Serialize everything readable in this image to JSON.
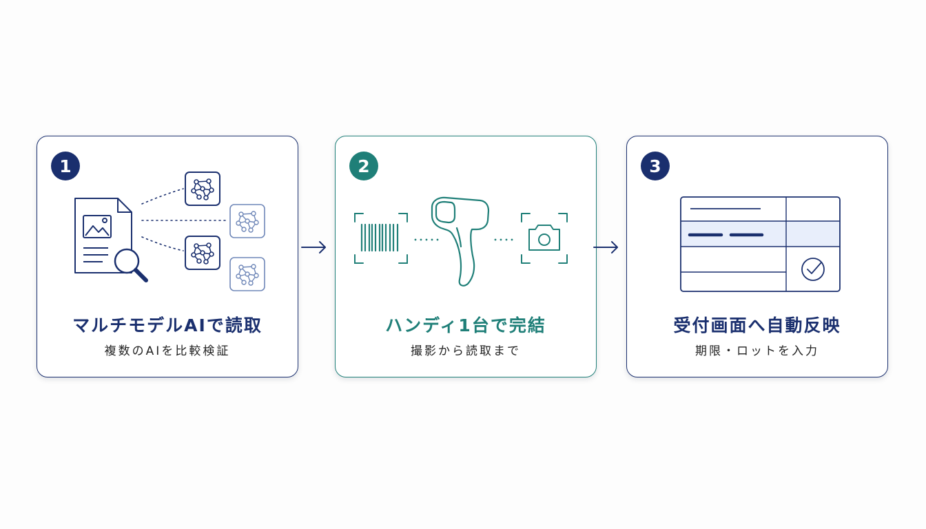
{
  "colors": {
    "navy": "#1a2f6e",
    "teal": "#1f7f78",
    "light_blue": "#6f87b8",
    "highlight": "#e8eefb"
  },
  "steps": [
    {
      "number": "1",
      "title": "マルチモデルAIで読取",
      "subtitle": "複数のAIを比較検証",
      "icons": [
        "document-image-icon",
        "magnifier-icon",
        "network-node-icon"
      ]
    },
    {
      "number": "2",
      "title": "ハンディ1台で完結",
      "subtitle": "撮影から読取まで",
      "icons": [
        "barcode-icon",
        "handheld-scanner-icon",
        "camera-icon"
      ]
    },
    {
      "number": "3",
      "title": "受付画面へ自動反映",
      "subtitle": "期限・ロットを入力",
      "icons": [
        "form-screen-icon",
        "check-circle-icon"
      ]
    }
  ]
}
